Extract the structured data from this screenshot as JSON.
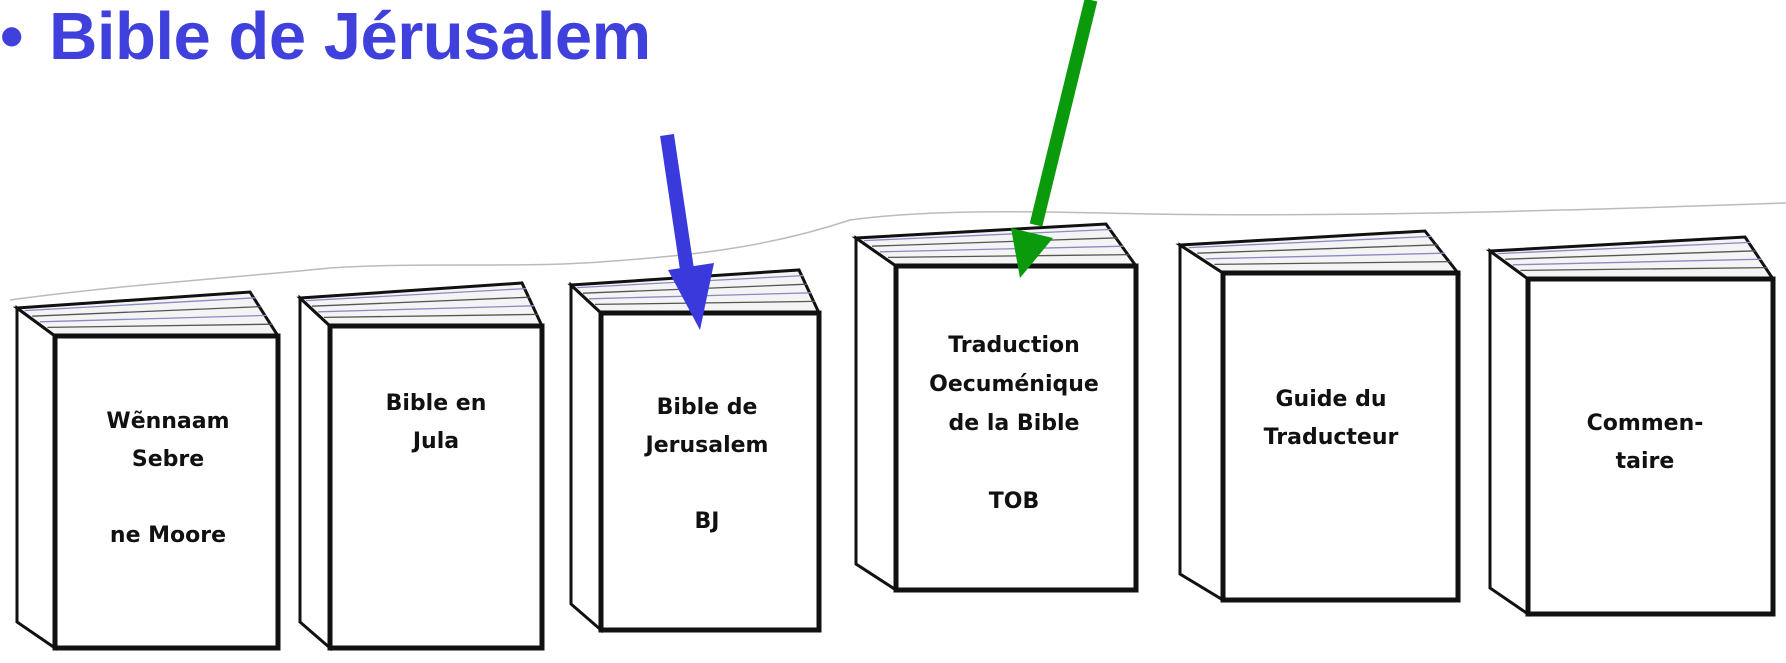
{
  "heading": {
    "bullet": "•",
    "text": "Bible de Jérusalem",
    "color": "#4040dc"
  },
  "arrows": [
    {
      "color": "#3a3adc",
      "target": "Bible de Jerusalem"
    },
    {
      "color": "#0b9a0b",
      "target": "Traduction Oecuménique de la Bible"
    }
  ],
  "books": [
    {
      "lines": [
        "Wẽnnaam",
        "Sebre",
        "",
        "ne Moore"
      ]
    },
    {
      "lines": [
        "Bible en",
        "Jula"
      ]
    },
    {
      "lines": [
        "Bible de",
        "Jerusalem",
        "",
        "BJ"
      ]
    },
    {
      "lines": [
        "Traduction",
        "Oecuménique",
        "de la Bible",
        "",
        "TOB"
      ]
    },
    {
      "lines": [
        "Guide du",
        "Traducteur"
      ]
    },
    {
      "lines": [
        "Commen-",
        "taire"
      ]
    }
  ]
}
